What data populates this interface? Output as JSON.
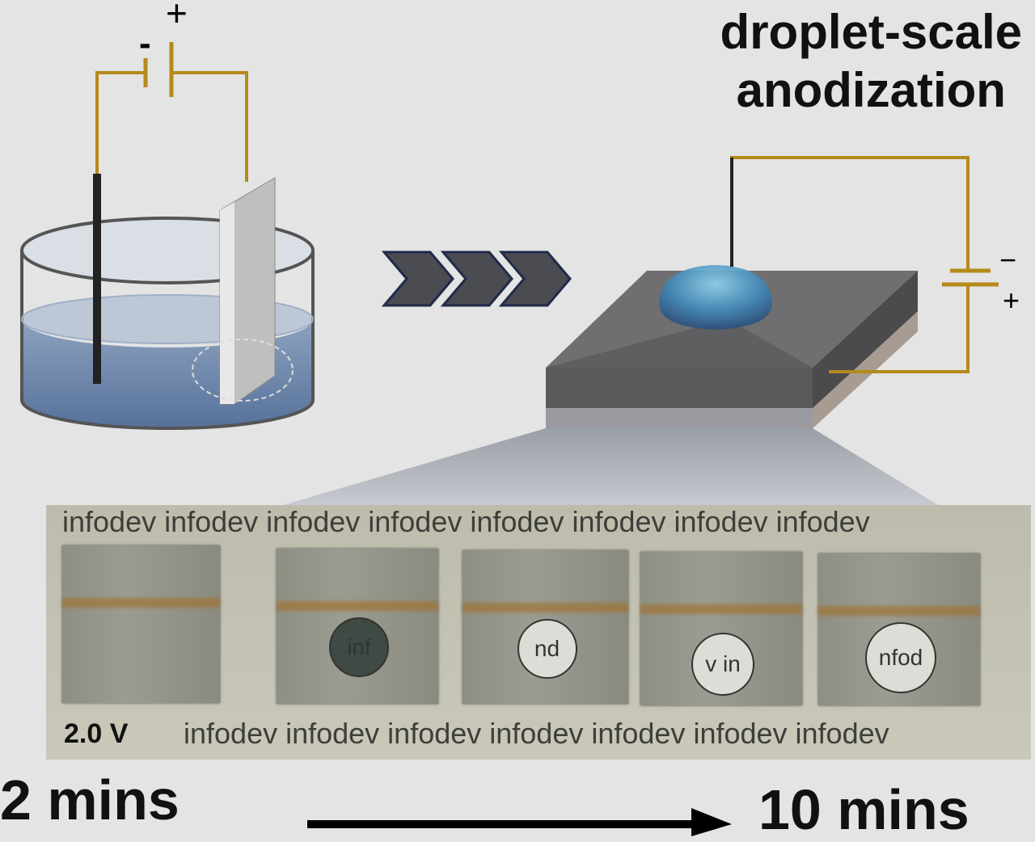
{
  "title": {
    "line1": "droplet-scale",
    "line2": "anodization"
  },
  "bulk_cell": {
    "neg_sign": "-",
    "pos_sign": "+"
  },
  "droplet_cell": {
    "neg_sign": "−",
    "pos_sign": "+"
  },
  "photo": {
    "background_word": "infodev",
    "voltage_label": "2.0 V",
    "hole_texts": [
      "",
      "inf",
      "nd",
      "v in",
      "nfod"
    ]
  },
  "time_axis": {
    "start_label": "2 mins",
    "end_label": "10 mins"
  },
  "colors": {
    "wire": "#b58a1a",
    "electrolyte": "#6f87a8",
    "chevron": "#4b4b52",
    "chevron_outline": "#1f2b4a",
    "droplet": "#4aa6d6"
  }
}
